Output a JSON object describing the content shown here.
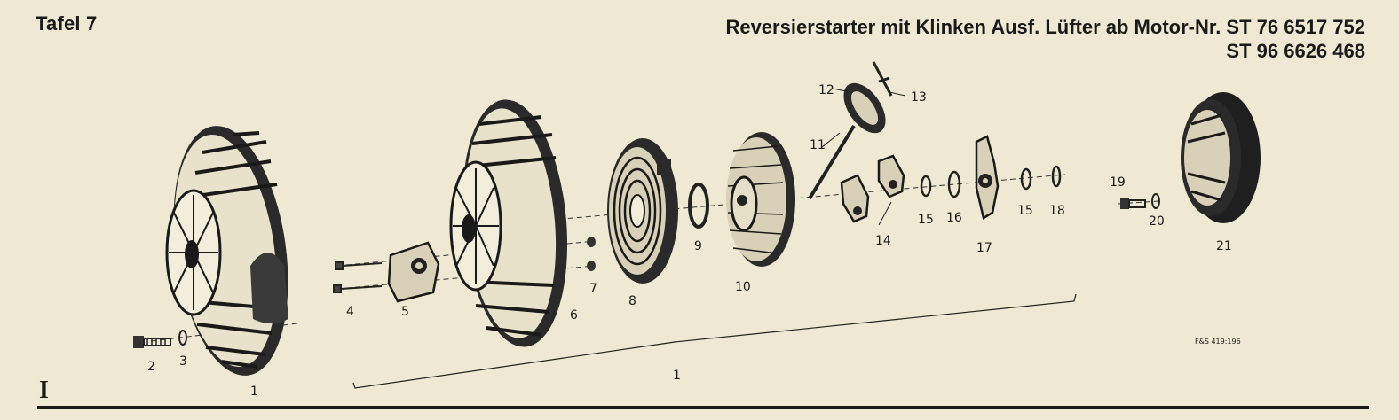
{
  "header": {
    "plate": "Tafel  7",
    "title_line1": "Reversierstarter mit Klinken Ausf. Lüfter ab Motor-Nr. ST 76  6517 752",
    "title_line2": "ST 96  6626 468"
  },
  "section_mark": "I",
  "figure_code": "F&S 419:196",
  "labels": {
    "p1a": "1",
    "p1b": "1",
    "p2": "2",
    "p3": "3",
    "p4": "4",
    "p5": "5",
    "p6": "6",
    "p7": "7",
    "p8": "8",
    "p9": "9",
    "p10": "10",
    "p11": "11",
    "p12": "12",
    "p13": "13",
    "p14": "14",
    "p15a": "15",
    "p15b": "15",
    "p16": "16",
    "p17": "17",
    "p18": "18",
    "p19": "19",
    "p20": "20",
    "p21": "21"
  }
}
